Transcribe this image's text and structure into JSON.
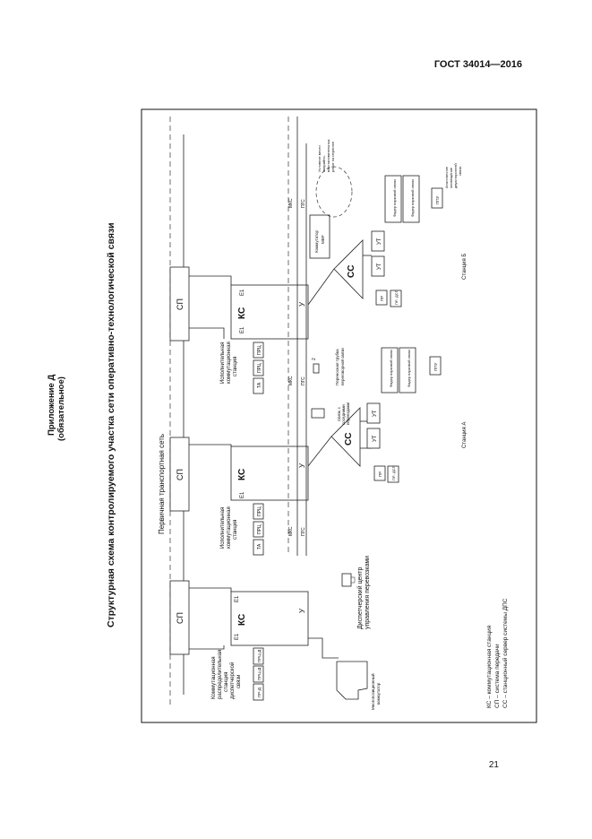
{
  "header": {
    "gost": "ГОСТ 34014—2016",
    "page_number": "21"
  },
  "appendix": {
    "title": "Приложение Д",
    "subtitle": "(обязательное)"
  },
  "figure_title": "Структурная схема контролируемого участка сети оперативно-технологической связи",
  "labels": {
    "transport_net": "Первичная транспортная сеть",
    "sp": "СП",
    "ks": "КС",
    "e1": "Е1",
    "u": "У",
    "cc": "СС",
    "ut": "УТ",
    "mks": "МКС",
    "pgs": "ПГС",
    "prts": "ПРЦ",
    "prtsd": "ПРЦ-Д",
    "prd": "ПР-Д",
    "ta": "ТА",
    "pr": "ПР",
    "pr_dsp": "ПР- ДСП",
    "ppu": "ППУ",
    "feeder_1": "Фидер парковой связи",
    "feeder_2": "Фидер парковой связи",
    "disp_center_1": "Диспетчерский центр",
    "disp_center_2": "управления перевозками",
    "ks_disp_1": "Коммутационная",
    "ks_disp_2": "распределительная",
    "ks_disp_3": "станция",
    "ks_disp_4": "диспетчерской",
    "ks_disp_5": "связи",
    "exec_1": "Исполнительная",
    "exec_2": "коммутационная",
    "exec_3": "станция",
    "disp_switch_1": "Многопозиционный",
    "disp_switch_2": "коммутатор",
    "phone_1": "Связь с",
    "phone_2": "соседними",
    "phone_3": "переездами",
    "handset_1": "Переносная трубка",
    "handset_2": "переговорной связи",
    "handset_num": "2",
    "mvr_1": "Коммутатор",
    "mvr_2": "МВР",
    "workplace_1": "Условное место",
    "workplace_2": "аварийно-",
    "workplace_3": "восстановительных",
    "workplace_4": "работ на перегоне",
    "speaker_1": "Аналогичное",
    "speaker_2": "оповещение",
    "speaker_3": "двухсторонней",
    "speaker_4": "связи",
    "station_a": "Станция А",
    "station_b": "Станция Б"
  },
  "legend": [
    "КС – коммутационная станция",
    "СП – система передачи",
    "СС – станционный сервер системы ДПС"
  ]
}
